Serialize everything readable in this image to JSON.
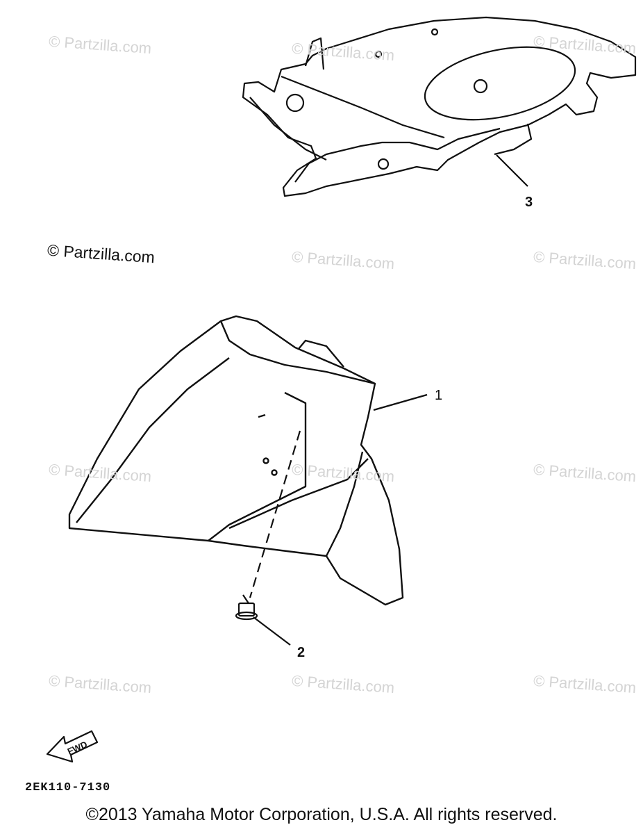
{
  "watermark": "© Partzilla.com",
  "partzilla_notice": "© Partzilla.com",
  "callouts": {
    "part_1": "1",
    "part_2": "2",
    "part_3": "3"
  },
  "fwd_label": "FWD",
  "diagram_code": "2EK110-7130",
  "copyright": "©2013 Yamaha Motor Corporation, U.S.A. All rights reserved.",
  "colors": {
    "line": "#111111",
    "watermark": "#d4d4d4"
  }
}
